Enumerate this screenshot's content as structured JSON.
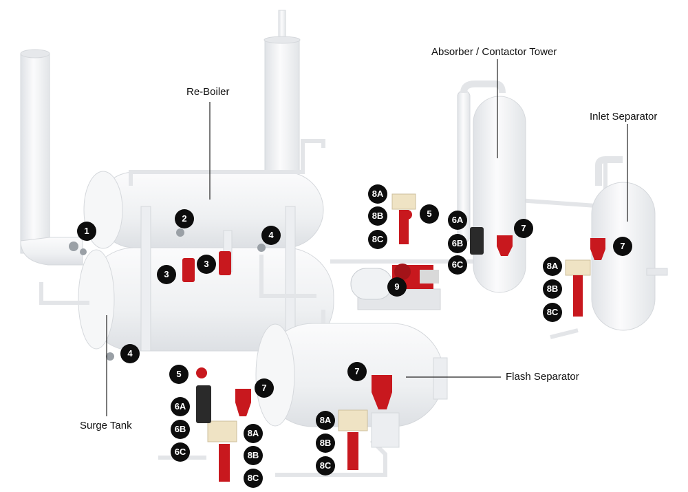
{
  "labels": {
    "re_boiler": "Re-Boiler",
    "absorber": "Absorber / Contactor Tower",
    "inlet_separator": "Inlet Separator",
    "flash_separator": "Flash Separator",
    "surge_tank": "Surge Tank"
  },
  "badges": [
    "1",
    "2",
    "3",
    "3",
    "4",
    "4",
    "5",
    "5",
    "6A",
    "6B",
    "6C",
    "6A",
    "6B",
    "6C",
    "7",
    "7",
    "7",
    "7",
    "8A",
    "8B",
    "8C",
    "8A",
    "8B",
    "8C",
    "8A",
    "8B",
    "8C",
    "8A",
    "8B",
    "8C",
    "9"
  ],
  "colors": {
    "vessel": "#f2f3f5",
    "vessel_edge": "#d7dadf",
    "valve_red": "#c8181e",
    "actuator_beige": "#efe3c4",
    "badge": "#0d0d0d"
  }
}
